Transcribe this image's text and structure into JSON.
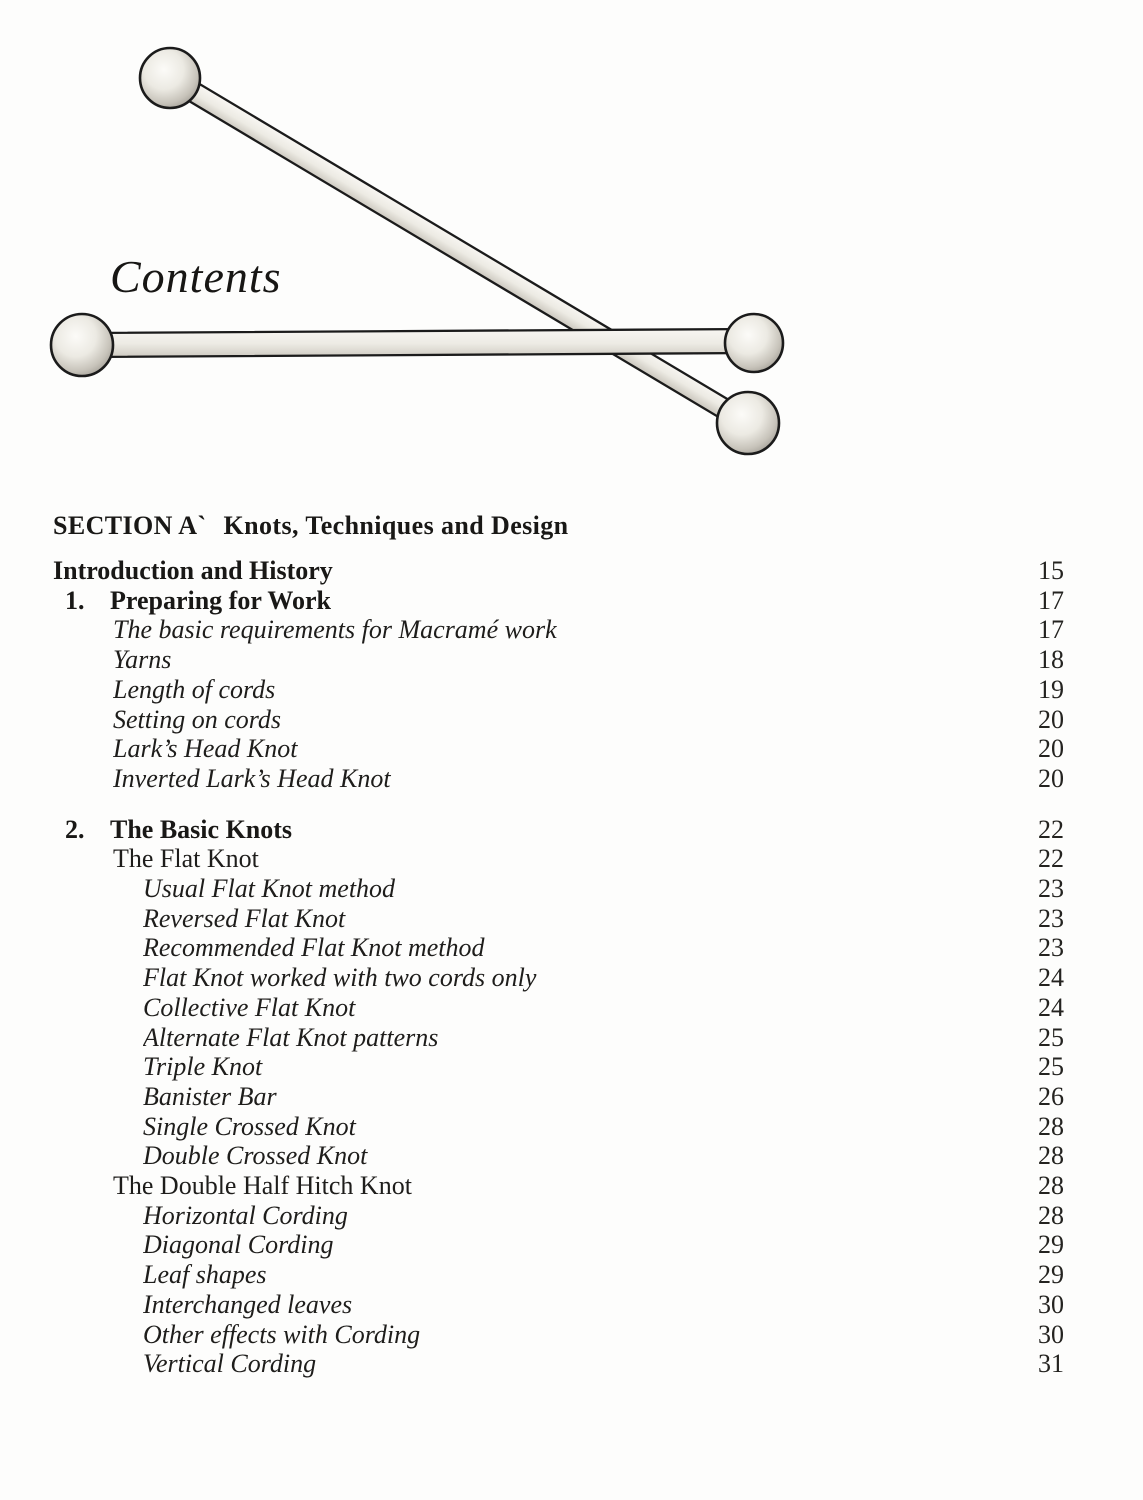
{
  "page": {
    "title": "Contents"
  },
  "colors": {
    "ink": "#1e1d1b",
    "paper": "#fdfdfc",
    "dowel_light": "#f6f4f0",
    "dowel_shade": "#cdc9c0",
    "dowel_outline": "#1b1b1b"
  },
  "section_header": {
    "label": "SECTION A`",
    "title": "Knots, Techniques and Design"
  },
  "toc": {
    "blocks": [
      {
        "rows": [
          {
            "num": "",
            "text": "Introduction and History",
            "style": "bold",
            "indent": 0,
            "page": "15"
          },
          {
            "num": "1.",
            "text": "Preparing for Work",
            "style": "bold",
            "indent": 0,
            "page": "17"
          },
          {
            "num": "",
            "text": "The basic requirements for Macramé work",
            "style": "italic",
            "indent": 1,
            "page": "17"
          },
          {
            "num": "",
            "text": "Yarns",
            "style": "italic",
            "indent": 1,
            "page": "18"
          },
          {
            "num": "",
            "text": "Length of cords",
            "style": "italic",
            "indent": 1,
            "page": "19"
          },
          {
            "num": "",
            "text": "Setting on cords",
            "style": "italic",
            "indent": 1,
            "page": "20"
          },
          {
            "num": "",
            "text": "Lark’s Head Knot",
            "style": "italic",
            "indent": 1,
            "page": "20"
          },
          {
            "num": "",
            "text": "Inverted Lark’s Head Knot",
            "style": "italic",
            "indent": 1,
            "page": "20"
          }
        ]
      },
      {
        "rows": [
          {
            "num": "2.",
            "text": "The Basic Knots",
            "style": "bold",
            "indent": 0,
            "page": "22"
          },
          {
            "num": "",
            "text": "The Flat Knot",
            "style": "roman",
            "indent": 1,
            "page": "22"
          },
          {
            "num": "",
            "text": "Usual Flat Knot method",
            "style": "italic",
            "indent": 2,
            "page": "23"
          },
          {
            "num": "",
            "text": "Reversed Flat Knot",
            "style": "italic",
            "indent": 2,
            "page": "23"
          },
          {
            "num": "",
            "text": "Recommended Flat Knot method",
            "style": "italic",
            "indent": 2,
            "page": "23"
          },
          {
            "num": "",
            "text": "Flat Knot worked with two cords only",
            "style": "italic",
            "indent": 2,
            "page": "24"
          },
          {
            "num": "",
            "text": "Collective Flat Knot",
            "style": "italic",
            "indent": 2,
            "page": "24"
          },
          {
            "num": "",
            "text": "Alternate Flat Knot patterns",
            "style": "italic",
            "indent": 2,
            "page": "25"
          },
          {
            "num": "",
            "text": "Triple Knot",
            "style": "italic",
            "indent": 2,
            "page": "25"
          },
          {
            "num": "",
            "text": "Banister Bar",
            "style": "italic",
            "indent": 2,
            "page": "26"
          },
          {
            "num": "",
            "text": "Single Crossed Knot",
            "style": "italic",
            "indent": 2,
            "page": "28"
          },
          {
            "num": "",
            "text": "Double Crossed Knot",
            "style": "italic",
            "indent": 2,
            "page": "28"
          },
          {
            "num": "",
            "text": "The Double Half Hitch Knot",
            "style": "roman",
            "indent": 1,
            "page": "28"
          },
          {
            "num": "",
            "text": "Horizontal Cording",
            "style": "italic",
            "indent": 2,
            "page": "28"
          },
          {
            "num": "",
            "text": "Diagonal Cording",
            "style": "italic",
            "indent": 2,
            "page": "29"
          },
          {
            "num": "",
            "text": "Leaf shapes",
            "style": "italic",
            "indent": 2,
            "page": "29"
          },
          {
            "num": "",
            "text": "Interchanged leaves",
            "style": "italic",
            "indent": 2,
            "page": "30"
          },
          {
            "num": "",
            "text": "Other effects with Cording",
            "style": "italic",
            "indent": 2,
            "page": "30"
          },
          {
            "num": "",
            "text": "Vertical Cording",
            "style": "italic",
            "indent": 2,
            "page": "31"
          }
        ]
      }
    ]
  }
}
